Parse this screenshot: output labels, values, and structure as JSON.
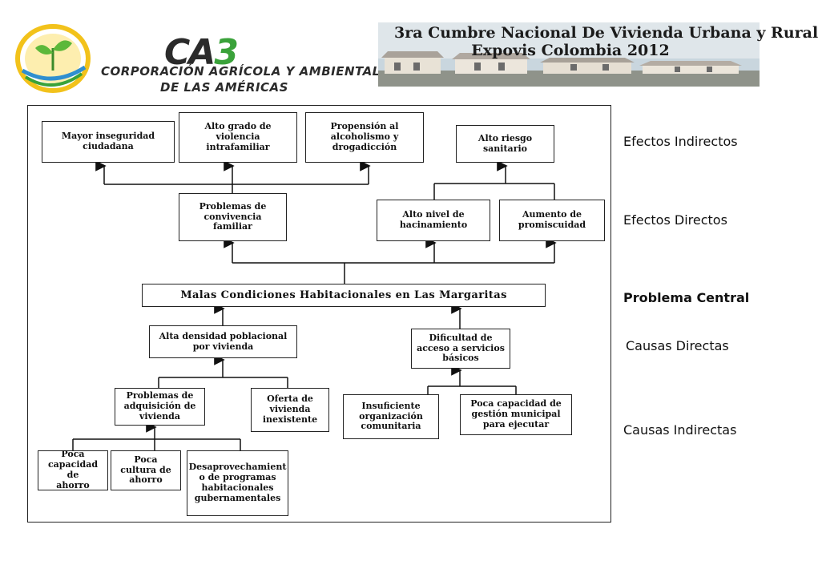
{
  "header": {
    "logo_mark": "CA",
    "logo_mark_number": "3",
    "logo_line1": "CORPORACIÓN AGRÍCOLA Y AMBIENTAL",
    "logo_line2": "DE LAS AMÉRICAS",
    "banner_line1": "3ra Cumbre Nacional De Vivienda Urbana y Rural",
    "banner_line2": "Expovis Colombia 2012"
  },
  "diagram": {
    "indirect_effects": [
      "Mayor inseguridad\nciudadana",
      "Alto grado de\nviolencia\nintrafamiliar",
      "Propensión al\nalcoholismo y\ndrogadicción",
      "Alto riesgo\nsanitario"
    ],
    "direct_effects": [
      "Problemas de\nconvivencia\nfamiliar",
      "Alto nivel de\nhacinamiento",
      "Aumento de\npromiscuidad"
    ],
    "central_problem": "Malas Condiciones Habitacionales en Las Margaritas",
    "direct_causes": [
      "Alta densidad poblacional\npor vivienda",
      "Dificultad de\nacceso a servicios\nbásicos"
    ],
    "indirect_causes": [
      "Problemas de\nadquisición de\nvivienda",
      "Oferta de\nvivienda\ninexistente",
      "Insuficiente\norganización\ncomunitaria",
      "Poca capacidad de\ngestión municipal\npara ejecutar",
      "Poca\ncapacidad de\nahorro",
      "Poca\ncultura de\nahorro",
      "Desaprovechamient\no de programas\nhabitacionales\ngubernamentales"
    ]
  },
  "side_labels": {
    "indirect_effects": "Efectos Indirectos",
    "direct_effects": "Efectos Directos",
    "central_problem": "Problema Central",
    "direct_causes": "Causas Directas",
    "indirect_causes": "Causas Indirectas"
  }
}
